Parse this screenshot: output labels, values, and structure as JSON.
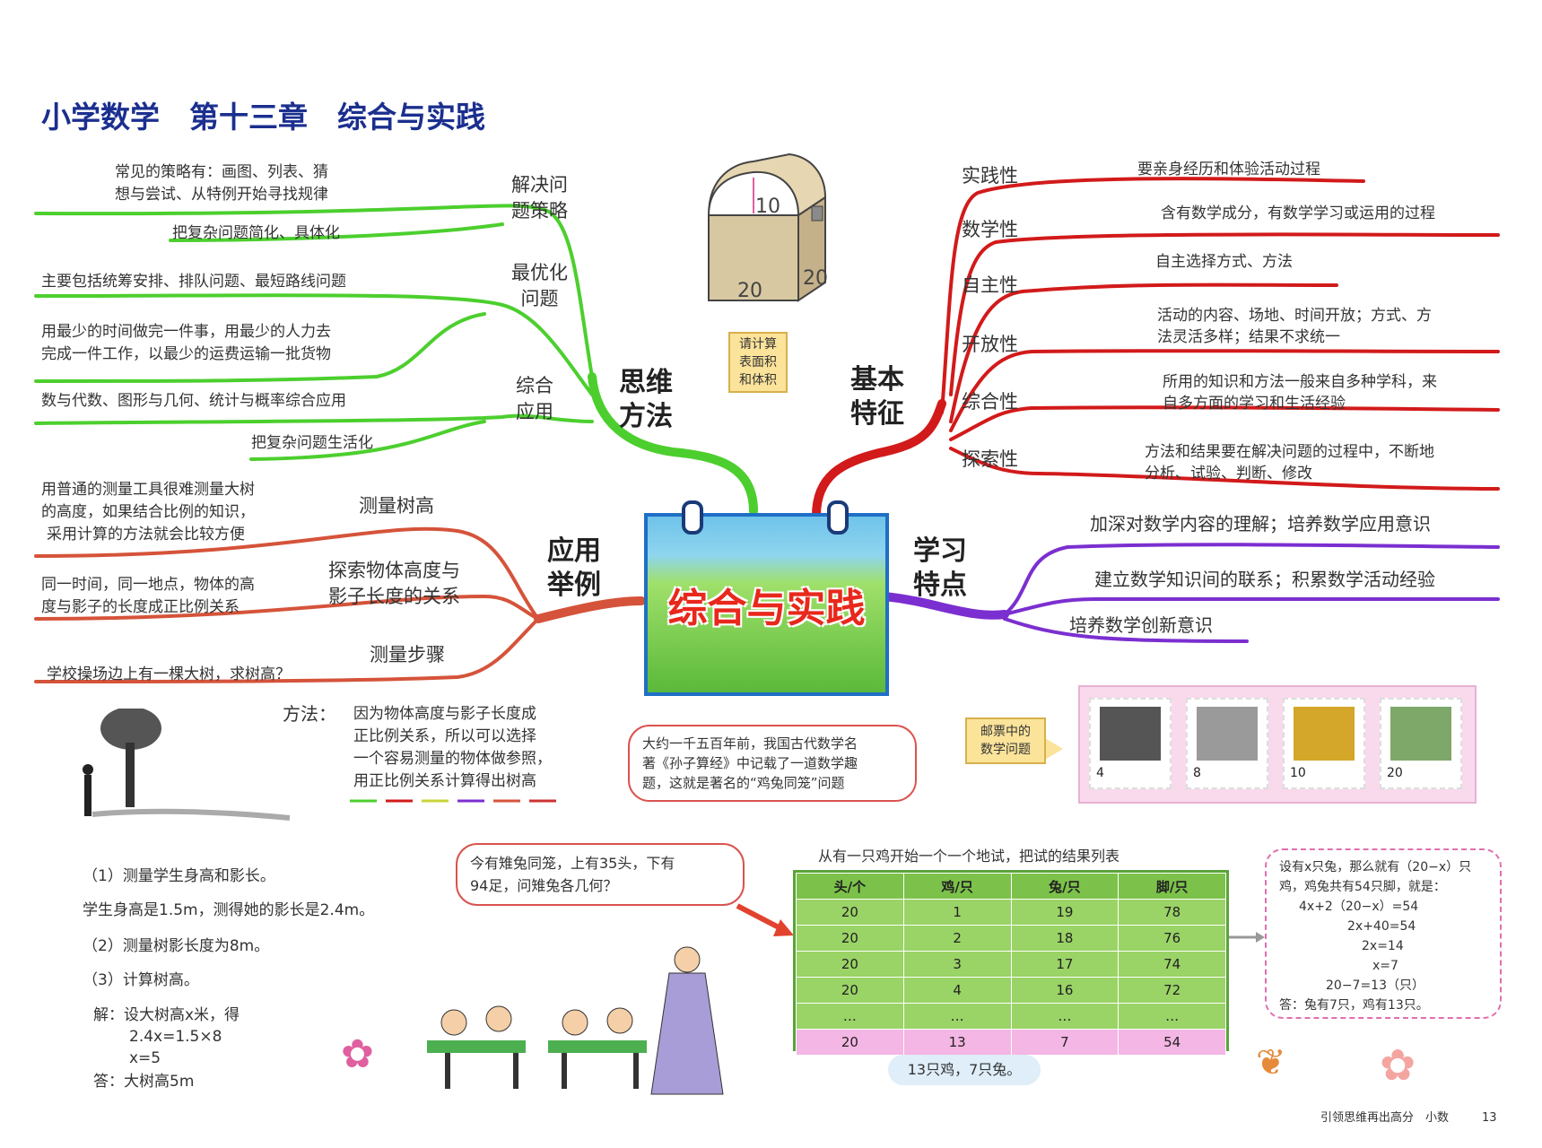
{
  "title": "小学数学　第十三章　综合与实践",
  "center": "综合与实践",
  "branches": {
    "thinking": {
      "label": [
        "思维",
        "方法"
      ],
      "subs": [
        {
          "label": [
            "解决问",
            "题策略"
          ],
          "notes": [
            "常见的策略有：画图、列表、猜",
            "想与尝试、从特例开始寻找规律",
            "把复杂问题简化、具体化"
          ]
        },
        {
          "label": [
            "最优化",
            "问题"
          ],
          "notes": [
            "主要包括统筹安排、排队问题、最短路线问题",
            "用最少的时间做完一件事，用最少的人力去",
            "完成一件工作，以最少的运费运输一批货物"
          ]
        },
        {
          "label": [
            "综合",
            "应用"
          ],
          "notes": [
            "数与代数、图形与几何、统计与概率综合应用",
            "把复杂问题生活化"
          ]
        }
      ]
    },
    "features": {
      "label": [
        "基本",
        "特征"
      ],
      "items": [
        {
          "name": "实践性",
          "desc": [
            "要亲身经历和体验活动过程"
          ]
        },
        {
          "name": "数学性",
          "desc": [
            "含有数学成分，有数学学习或运用的过程"
          ]
        },
        {
          "name": "自主性",
          "desc": [
            "自主选择方式、方法"
          ]
        },
        {
          "name": "开放性",
          "desc": [
            "活动的内容、场地、时间开放；方式、方",
            "法灵活多样；结果不求统一"
          ]
        },
        {
          "name": "综合性",
          "desc": [
            "所用的知识和方法一般来自多种学科，来",
            "自多方面的学习和生活经验"
          ]
        },
        {
          "name": "探索性",
          "desc": [
            "方法和结果要在解决问题的过程中，不断地",
            "分析、试验、判断、修改"
          ]
        }
      ]
    },
    "learning": {
      "label": [
        "学习",
        "特点"
      ],
      "items": [
        "加深对数学内容的理解；培养数学应用意识",
        "建立数学知识间的联系；积累数学活动经验",
        "培养数学创新意识"
      ]
    },
    "application": {
      "label": [
        "应用",
        "举例"
      ],
      "subs": [
        {
          "label": "测量树高",
          "notes": [
            "用普通的测量工具很难测量大树",
            "的高度，如果结合比例的知识，",
            "采用计算的方法就会比较方便"
          ]
        },
        {
          "label": [
            "探索物体高度与",
            "影子长度的关系"
          ],
          "notes": [
            "同一时间，同一地点，物体的高",
            "度与影子的长度成正比例关系"
          ]
        },
        {
          "label": "测量步骤",
          "notes": [
            "学校操场边上有一棵大树，求树高？"
          ]
        }
      ]
    }
  },
  "box_figure": {
    "dims": [
      "10",
      "20",
      "20"
    ],
    "caption": [
      "请计算",
      "表面积",
      "和体积"
    ]
  },
  "method": {
    "label": "方法：",
    "lines": [
      "因为物体高度与影子长度成",
      "正比例关系，所以可以选择",
      "一个容易测量的物体做参照，",
      "用正比例关系计算得出树高"
    ]
  },
  "steps": [
    "（1）测量学生身高和影长。",
    "学生身高是1.5m，测得她的影长是2.4m。",
    "（2）测量树影长度为8m。",
    "（3）计算树高。"
  ],
  "solution": [
    "解：设大树高x米，得",
    "2.4x=1.5×8",
    "x=5",
    "答：大树高5m"
  ],
  "stamps": {
    "tag": [
      "邮票中的",
      "数学问题"
    ],
    "values": [
      "4",
      "8",
      "10",
      "20"
    ]
  },
  "ancient": {
    "intro": [
      "大约一千五百年前，我国古代数学名",
      "著《孙子算经》中记载了一道数学趣",
      "题，这就是著名的“鸡兔同笼”问题"
    ],
    "question": [
      "今有雉兔同笼，上有35头，下有",
      "94足，问雉兔各几何？"
    ]
  },
  "trial": {
    "caption": "从有一只鸡开始一个一个地试，把试的结果列表",
    "headers": [
      "头/个",
      "鸡/只",
      "兔/只",
      "脚/只"
    ],
    "rows": [
      [
        "20",
        "1",
        "19",
        "78"
      ],
      [
        "20",
        "2",
        "18",
        "76"
      ],
      [
        "20",
        "3",
        "17",
        "74"
      ],
      [
        "20",
        "4",
        "16",
        "72"
      ],
      [
        "…",
        "…",
        "…",
        "…"
      ],
      [
        "20",
        "13",
        "7",
        "54"
      ]
    ],
    "result": "13只鸡，7只兔。"
  },
  "equation": [
    "设有x只兔，那么就有（20−x）只",
    "鸡，鸡兔共有54只脚，就是：",
    "4x+2（20−x）=54",
    "2x+40=54",
    "2x=14",
    "x=7",
    "20−7=13（只）",
    "答：兔有7只，鸡有13只。"
  ],
  "footer": {
    "text": "引领思维再出高分　小数",
    "page": "13"
  },
  "colors": {
    "green": "#4ccf2e",
    "red": "#d21a1a",
    "purple": "#7b2fd0",
    "orange": "#d5533a",
    "title": "#1b2f8f"
  }
}
